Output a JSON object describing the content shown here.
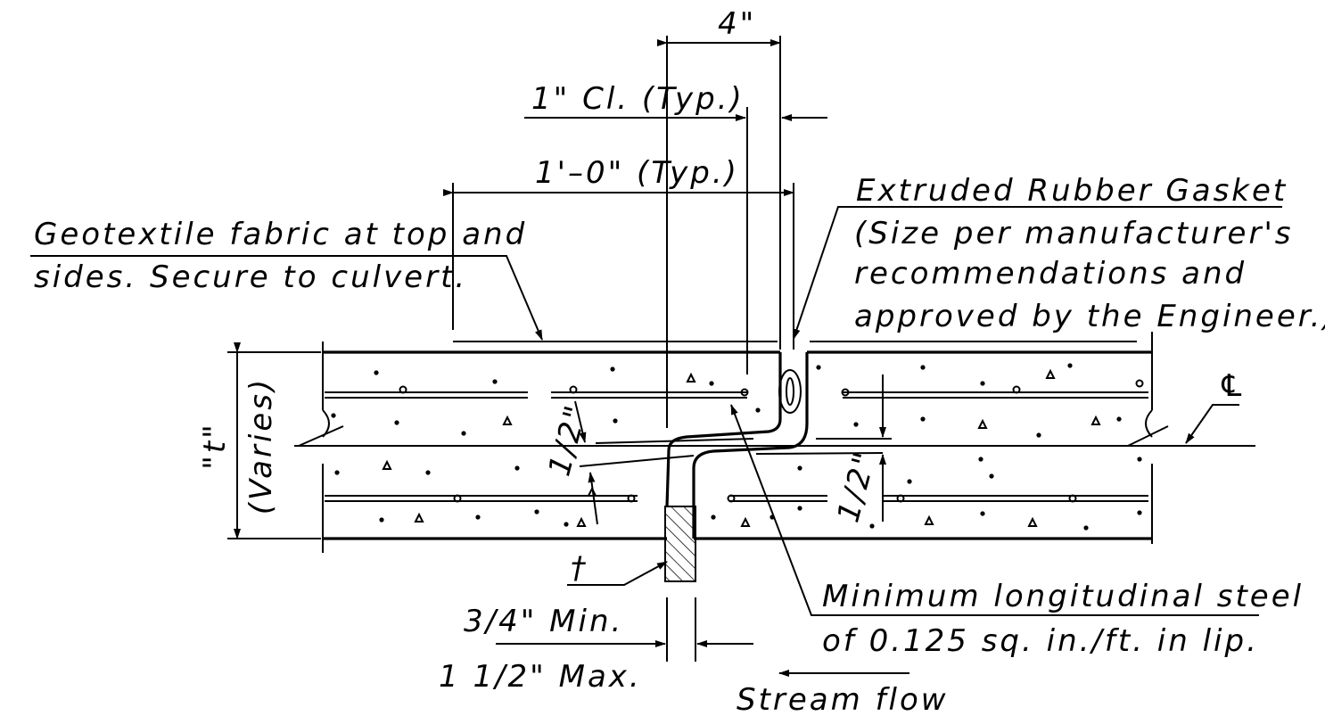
{
  "labels": {
    "dim_4in": "4\"",
    "clear_cover": "1\" Cl. (Typ.)",
    "lap_length": "1'–0\" (Typ.)",
    "gasket_title": "Extruded Rubber Gasket",
    "gasket_note_1": "(Size per manufacturer's",
    "gasket_note_2": "recommendations and",
    "gasket_note_3": "approved by the Engineer.)",
    "geotextile_1": "Geotextile fabric at top and",
    "geotextile_2": "sides.  Secure to culvert.",
    "thickness_t": "\"t\"",
    "thickness_varies": "(Varies)",
    "half_left": "1/2\"",
    "half_right": "1/2\"",
    "centerline": "℄",
    "dagger": "†",
    "steel_1": "Minimum longitudinal steel",
    "steel_2": "of 0.125 sq. in./ft.  in lip.",
    "gap_min": "3/4\" Min.",
    "gap_max": "1 1/2\" Max.",
    "stream_flow": "Stream flow"
  }
}
